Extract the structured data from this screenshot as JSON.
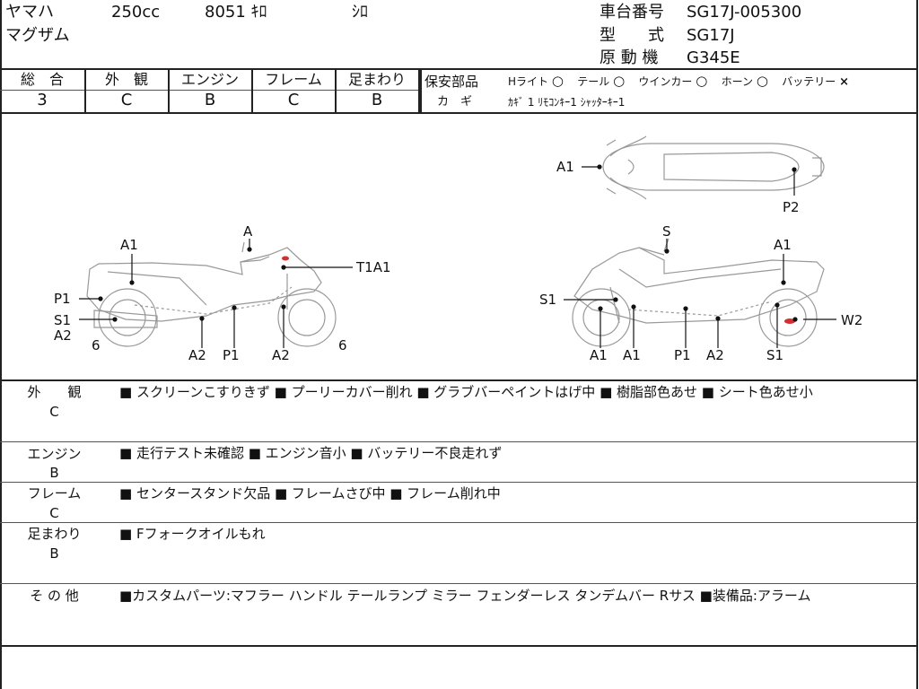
{
  "header": {
    "maker": "ヤマハ",
    "cc": "250cc",
    "mileage": "8051 ｷﾛ",
    "color": "ｼﾛ",
    "model": "マグザム",
    "frame_no_label": "車台番号",
    "frame_no": "SG17J-005300",
    "type_label": "型　　式",
    "type_value": "SG17J",
    "engine_label": "原 動 機",
    "engine_value": "G345E"
  },
  "scores": [
    {
      "label": "総　合",
      "value": "3"
    },
    {
      "label": "外　観",
      "value": "C"
    },
    {
      "label": "エンジン",
      "value": "B"
    },
    {
      "label": "フレーム",
      "value": "C"
    },
    {
      "label": "足まわり",
      "value": "B"
    }
  ],
  "safety": {
    "label": "保安部品",
    "items": [
      {
        "name": "Hライト",
        "mark": "○"
      },
      {
        "name": "テール",
        "mark": "○"
      },
      {
        "name": "ウインカー",
        "mark": "○"
      },
      {
        "name": "ホーン",
        "mark": "○"
      },
      {
        "name": "バッテリー",
        "mark": "×"
      }
    ],
    "keys_label": "カ　ギ",
    "keys": "ｶｷﾞ 1  ﾘﾓｺﾝｷｰ1  ｼｬｯﾀｰｷｰ1"
  },
  "diagram": {
    "top_labels": [
      "A1",
      "P2"
    ],
    "left_labels": [
      "A1",
      "A",
      "T1A1",
      "P1",
      "S1",
      "A2",
      "6",
      "A2",
      "P1",
      "A2",
      "6"
    ],
    "right_labels": [
      "S",
      "A1",
      "S1",
      "W2",
      "A1",
      "A1",
      "P1",
      "A2",
      "S1"
    ]
  },
  "sections": [
    {
      "label": "外　　観",
      "grade": "C",
      "text": "■ スクリーンこすりきず ■ プーリーカバー削れ ■ グラブバーペイントはげ中 ■ 樹脂部色あせ ■ シート色あせ小"
    },
    {
      "label": "エンジン",
      "grade": "B",
      "text": "■ 走行テスト未確認 ■ エンジン音小 ■ バッテリー不良走れず"
    },
    {
      "label": "フレーム",
      "grade": "C",
      "text": "■ センタースタンド欠品 ■ フレームさび中 ■ フレーム削れ中"
    },
    {
      "label": "足まわり",
      "grade": "B",
      "text": "■ Fフォークオイルもれ"
    },
    {
      "label": "そ の 他",
      "grade": "",
      "text": "■カスタムパーツ:マフラー ハンドル テールランプ ミラー フェンダーレス タンデムバー Rサス ■装備品:アラーム"
    }
  ]
}
